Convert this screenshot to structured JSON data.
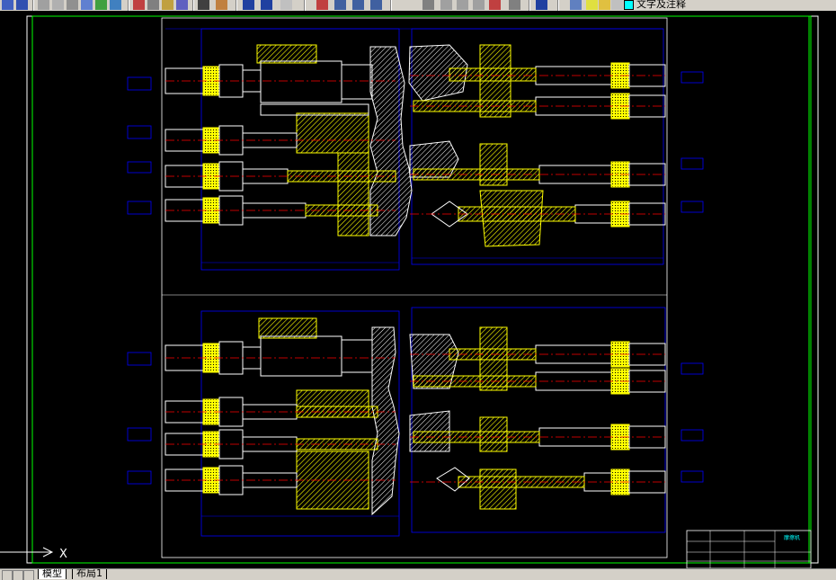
{
  "toolbar": {
    "layer_label": "文字及注释"
  },
  "tabs": [
    {
      "label": "模型"
    },
    {
      "label": "布局1"
    }
  ],
  "drawing": {
    "ucs_axis_label": "X",
    "title_block_name": "摩擦机",
    "colors": {
      "background": "#000000",
      "outline": "#ffffff",
      "dimension": "#0000ff",
      "centerline": "#ff0000",
      "hatch": "#ffff00",
      "text": "#00ffff",
      "frame": "#00ff00"
    }
  }
}
